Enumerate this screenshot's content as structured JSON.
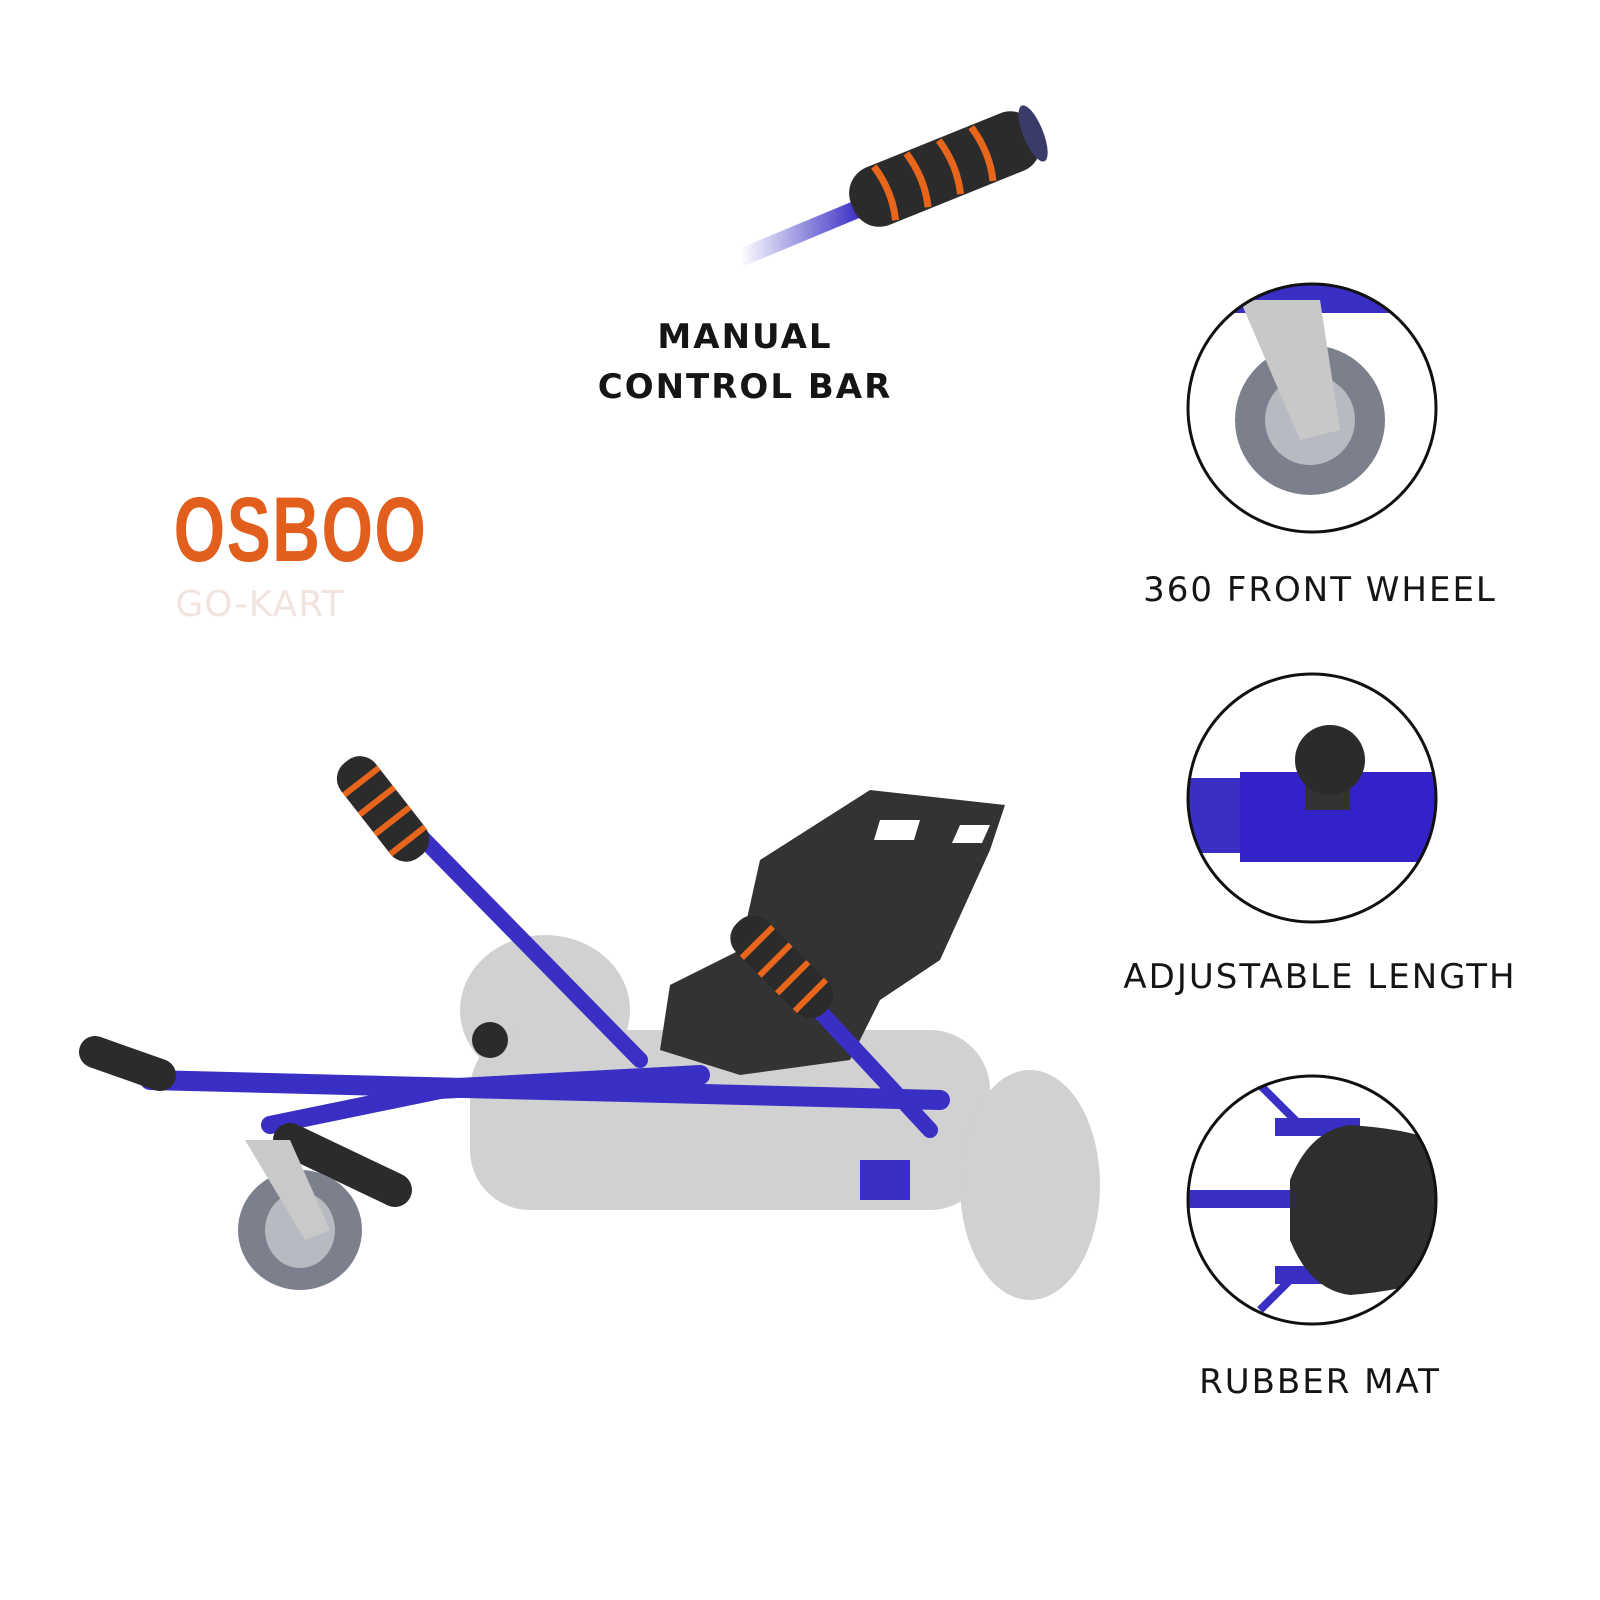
{
  "logo": {
    "brand": "OSBOO",
    "subtitle": "GO-KART"
  },
  "features": {
    "control_bar": {
      "line1": "MANUAL",
      "line2": "CONTROL BAR"
    },
    "front_wheel": "360 FRONT WHEEL",
    "adjustable_length": "ADJUSTABLE LENGTH",
    "rubber_mat": "RUBBER MAT"
  },
  "colors": {
    "frame": "#3a2fc4",
    "grip": "#e8651c",
    "foam": "#2a2a2a",
    "logo": "#e25e1c"
  }
}
